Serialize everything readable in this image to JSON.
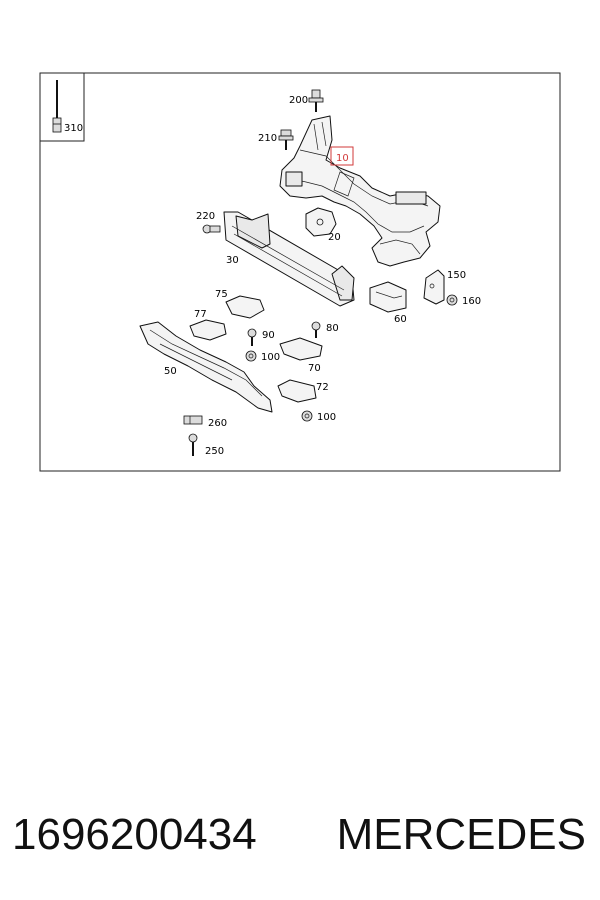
{
  "diagram": {
    "callouts": {
      "c310": "310",
      "c200": "200",
      "c210": "210",
      "c10": "10",
      "c220": "220",
      "c20": "20",
      "c30": "30",
      "c150": "150",
      "c160": "160",
      "c60": "60",
      "c75": "75",
      "c77": "77",
      "c90": "90",
      "c80": "80",
      "c100a": "100",
      "c70": "70",
      "c50": "50",
      "c72": "72",
      "c100b": "100",
      "c260": "260",
      "c250": "250"
    },
    "highlight_color": "#d23a3a"
  },
  "caption": {
    "part_number": "1696200434",
    "brand": "MERCEDES"
  }
}
